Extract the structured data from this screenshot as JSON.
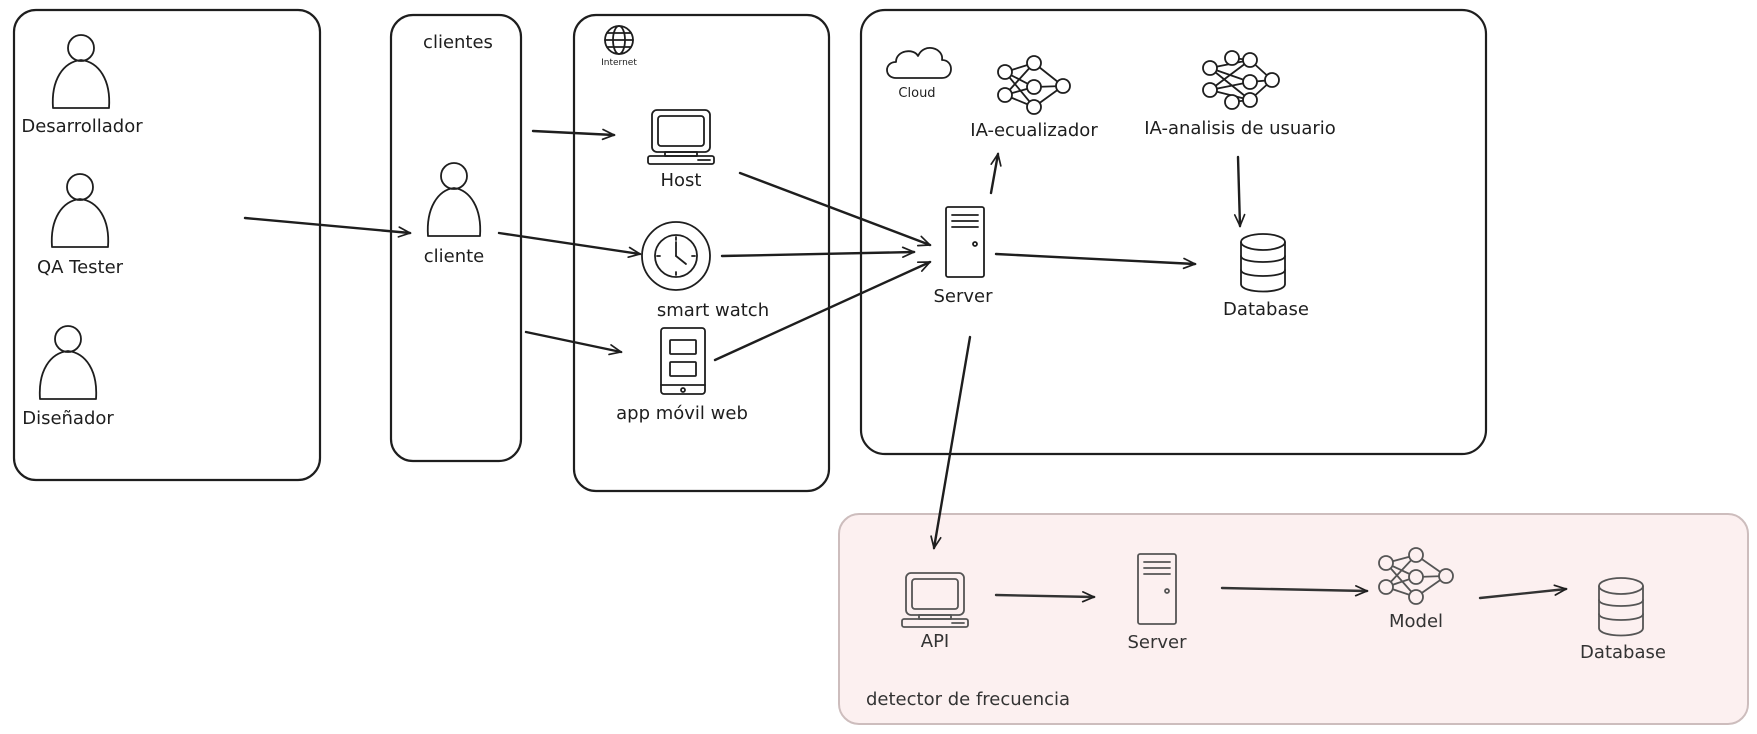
{
  "labels": {
    "desarrollador": "Desarrollador",
    "qa_tester": "QA Tester",
    "disenador": "Diseñador",
    "clientes": "clientes",
    "cliente": "cliente",
    "internet": "Internet",
    "host": "Host",
    "smart_watch": "smart watch",
    "app_movil_web": "app móvil web",
    "cloud": "Cloud",
    "ia_ecualizador": "IA-ecualizador",
    "ia_analisis": "IA-analisis de usuario",
    "server_cloud": "Server",
    "database_cloud": "Database",
    "api": "API",
    "server_bottom": "Server",
    "model": "Model",
    "database_bottom": "Database",
    "detector": "detector de frecuencia"
  }
}
